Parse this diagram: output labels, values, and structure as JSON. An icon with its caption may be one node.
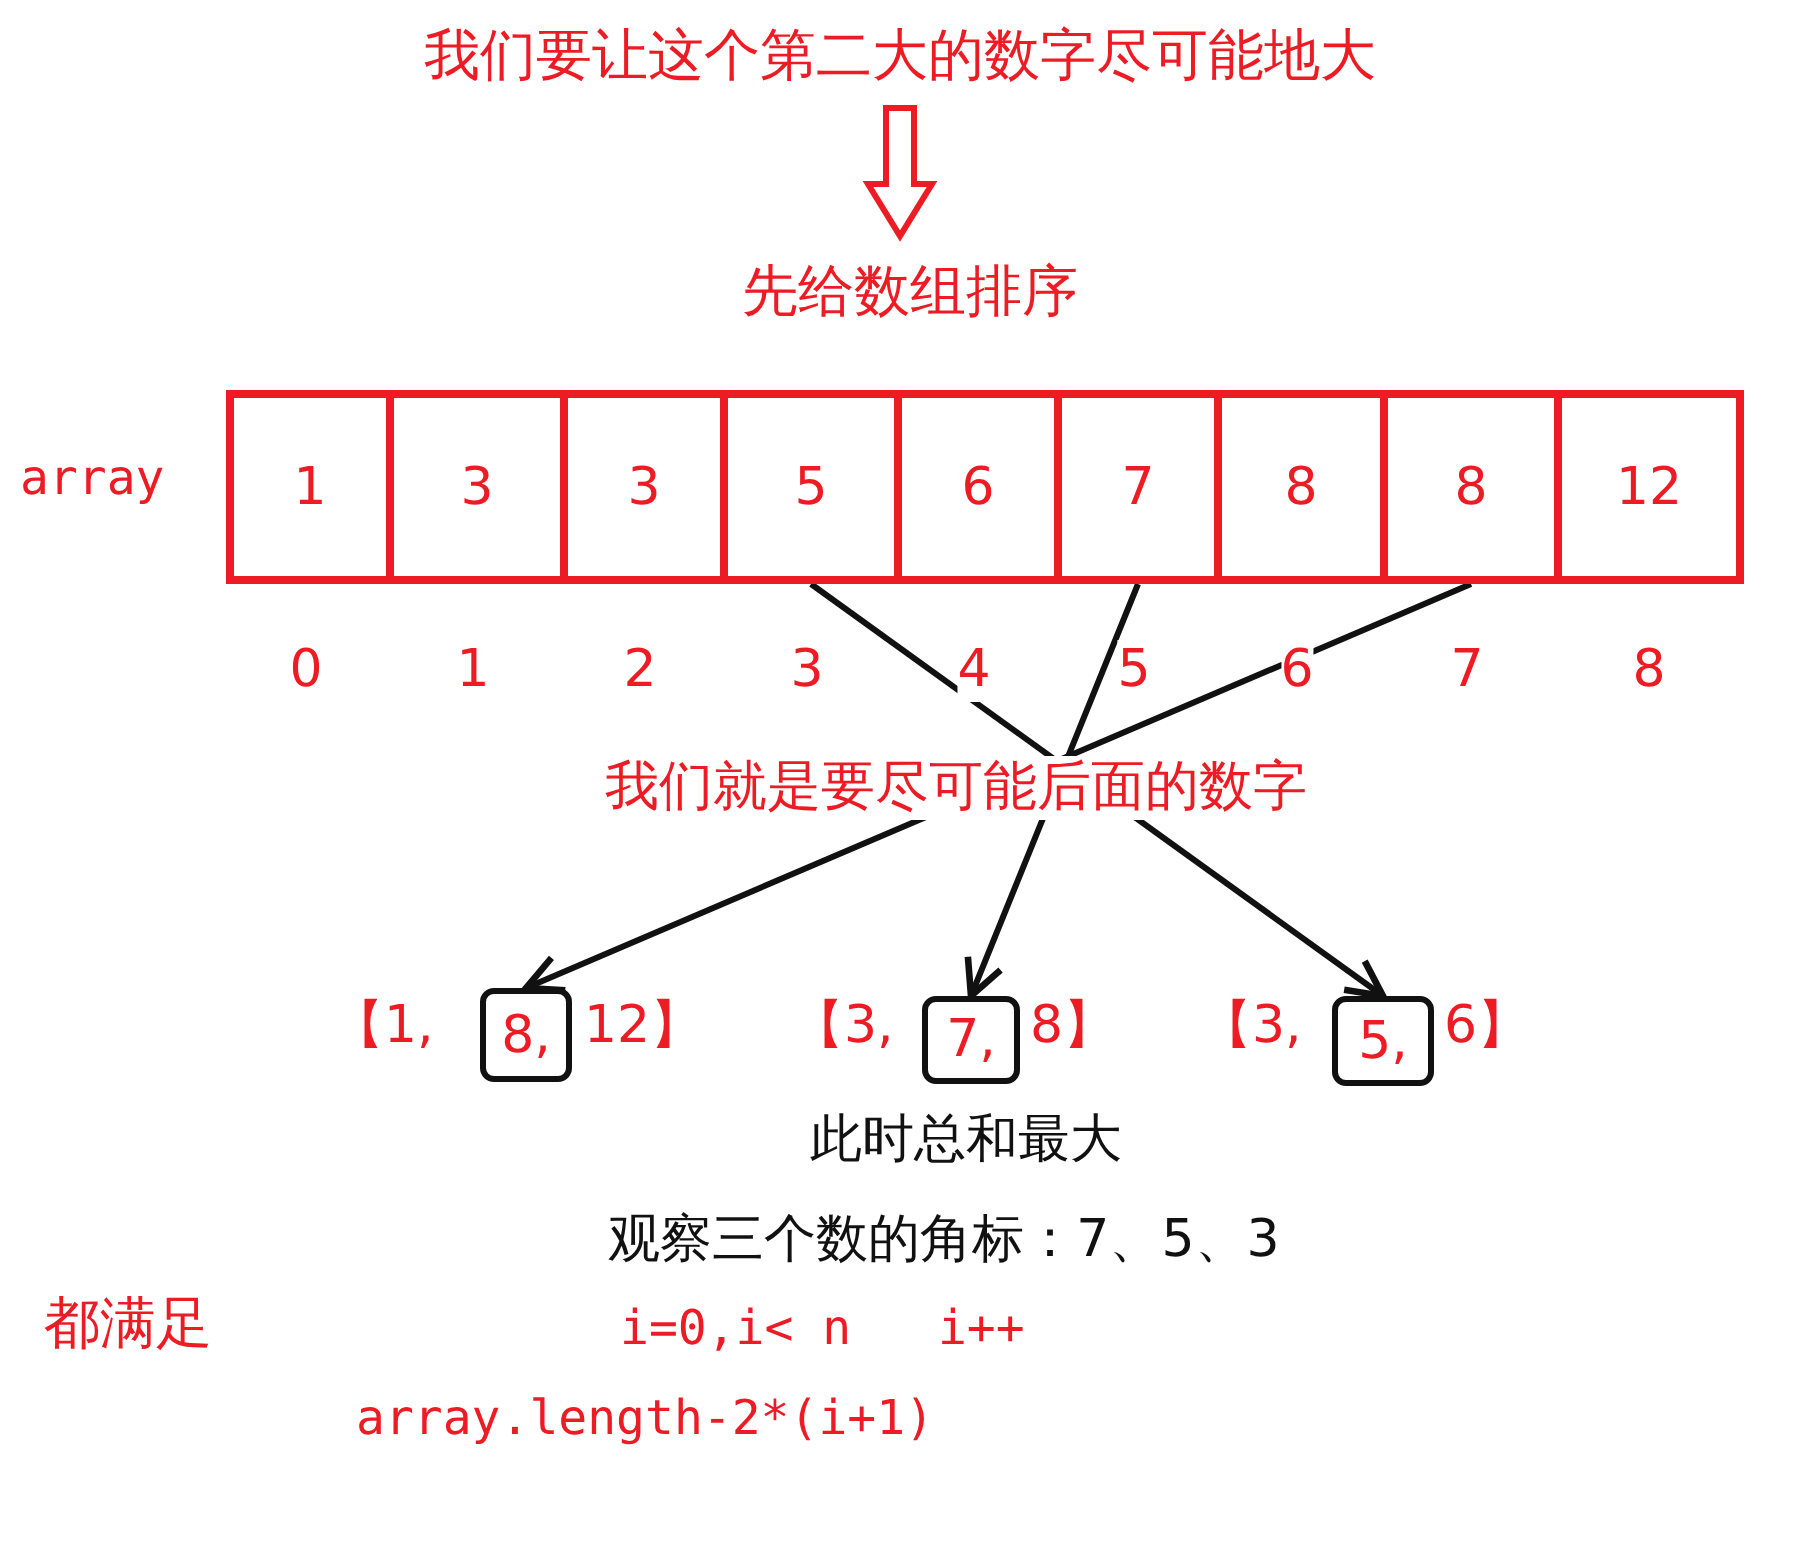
{
  "diagram": {
    "nodes": [
      {
        "text": [
          "我们要让这个第二大的数字尽可能地大"
        ]
      },
      {
        "text": [
          "先给数组排序"
        ]
      },
      {
        "text": [
          "1"
        ]
      },
      {
        "text": [
          "3"
        ]
      },
      {
        "text": [
          "3"
        ]
      },
      {
        "text": [
          "5"
        ]
      },
      {
        "text": [
          "6"
        ]
      },
      {
        "text": [
          "7"
        ]
      },
      {
        "text": [
          "8"
        ]
      },
      {
        "text": [
          "8"
        ]
      },
      {
        "text": [
          "12"
        ]
      },
      {
        "text": [
          "8,"
        ]
      },
      {
        "text": [
          "7,"
        ]
      },
      {
        "text": [
          "5,"
        ]
      }
    ],
    "edges": [
      {
        "from": 0,
        "to": 1,
        "arrow": "to",
        "style": "thick",
        "color": "#ed1c24"
      },
      {
        "from": 9,
        "to": 11,
        "arrow": "to"
      },
      {
        "from": 7,
        "to": 12,
        "arrow": "to"
      },
      {
        "from": 5,
        "to": 13,
        "arrow": "to"
      }
    ],
    "labels": [
      "array",
      "0",
      "1",
      "2",
      "3",
      "4",
      "5",
      "6",
      "7",
      "8",
      "我们就是要尽可能后面的数字",
      "【1,",
      "12】",
      "【3,",
      "8】",
      "【3,",
      "6】",
      "此时总和最大",
      "观察三个数的角标：7、5、3",
      "都满足",
      "i=0,i< n   i++",
      "array.length-2*(i+1)"
    ]
  }
}
